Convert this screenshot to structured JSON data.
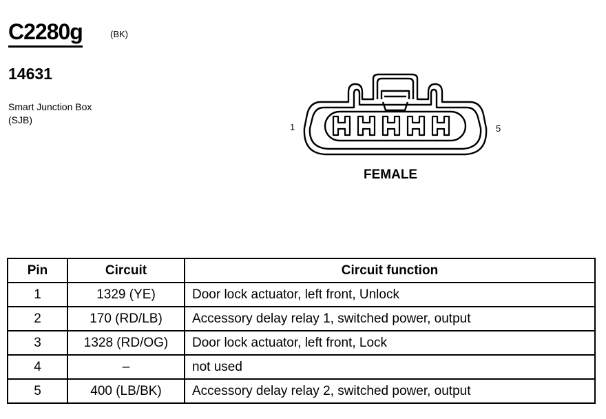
{
  "connector": {
    "id": "C2280g",
    "color_code": "(BK)",
    "part_number": "14631",
    "description_lines": [
      "Smart Junction Box",
      "(SJB)"
    ],
    "pin_first": "1",
    "pin_last": "5",
    "gender": "FEMALE",
    "cavity_count": 5
  },
  "table": {
    "headers": [
      "Pin",
      "Circuit",
      "Circuit function"
    ],
    "rows": [
      {
        "pin": "1",
        "circuit": "1329 (YE)",
        "function": "Door lock actuator, left front, Unlock"
      },
      {
        "pin": "2",
        "circuit": "170 (RD/LB)",
        "function": "Accessory delay relay 1, switched power, output"
      },
      {
        "pin": "3",
        "circuit": "1328 (RD/OG)",
        "function": "Door lock actuator, left front, Lock"
      },
      {
        "pin": "4",
        "circuit": "–",
        "function": "not used"
      },
      {
        "pin": "5",
        "circuit": "400 (LB/BK)",
        "function": "Accessory delay relay 2, switched power, output"
      }
    ]
  }
}
